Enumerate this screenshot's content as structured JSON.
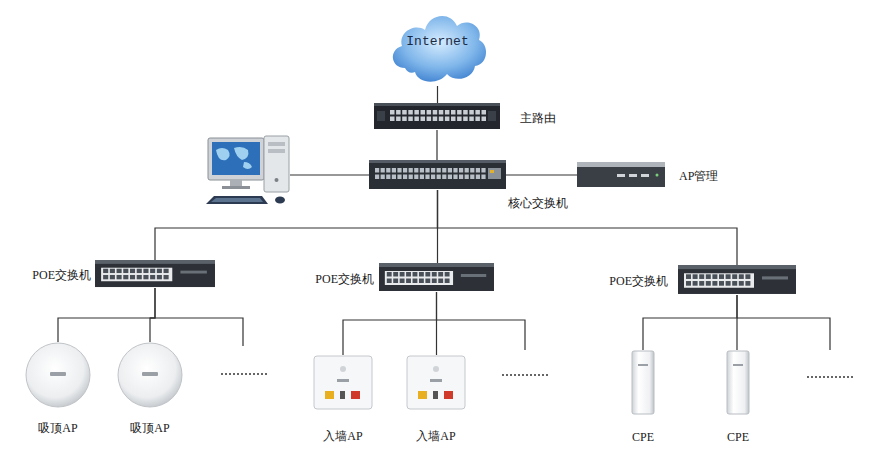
{
  "diagram": {
    "nodes": [
      {
        "text": [
          "Internet"
        ]
      },
      {
        "text": [
          "主路由"
        ]
      },
      {
        "text": [
          "核心交换机"
        ]
      },
      {
        "text": [
          "AP管理"
        ]
      },
      {
        "text": [
          "POE交换机"
        ]
      },
      {
        "text": [
          "POE交换机"
        ]
      },
      {
        "text": [
          "POE交换机"
        ]
      },
      {
        "text": [
          "吸顶AP"
        ]
      },
      {
        "text": [
          "吸顶AP"
        ]
      },
      {
        "text": [
          "入墙AP"
        ]
      },
      {
        "text": [
          "入墙AP"
        ]
      },
      {
        "text": [
          "CPE"
        ]
      },
      {
        "text": [
          "CPE"
        ]
      }
    ],
    "edges": [
      {
        "from": 0,
        "to": 1,
        "arrow": "none"
      },
      {
        "from": 1,
        "to": 2,
        "arrow": "none"
      },
      {
        "from": 2,
        "to": 3,
        "arrow": "none"
      },
      {
        "from": 2,
        "to": 4,
        "arrow": "none"
      },
      {
        "from": 2,
        "to": 5,
        "arrow": "none"
      },
      {
        "from": 2,
        "to": 6,
        "arrow": "none"
      },
      {
        "from": 4,
        "to": 7,
        "arrow": "none"
      },
      {
        "from": 4,
        "to": 8,
        "arrow": "none"
      },
      {
        "from": 5,
        "to": 9,
        "arrow": "none"
      },
      {
        "from": 5,
        "to": 10,
        "arrow": "none"
      },
      {
        "from": 6,
        "to": 11,
        "arrow": "none"
      },
      {
        "from": 6,
        "to": 12,
        "arrow": "none"
      }
    ]
  }
}
